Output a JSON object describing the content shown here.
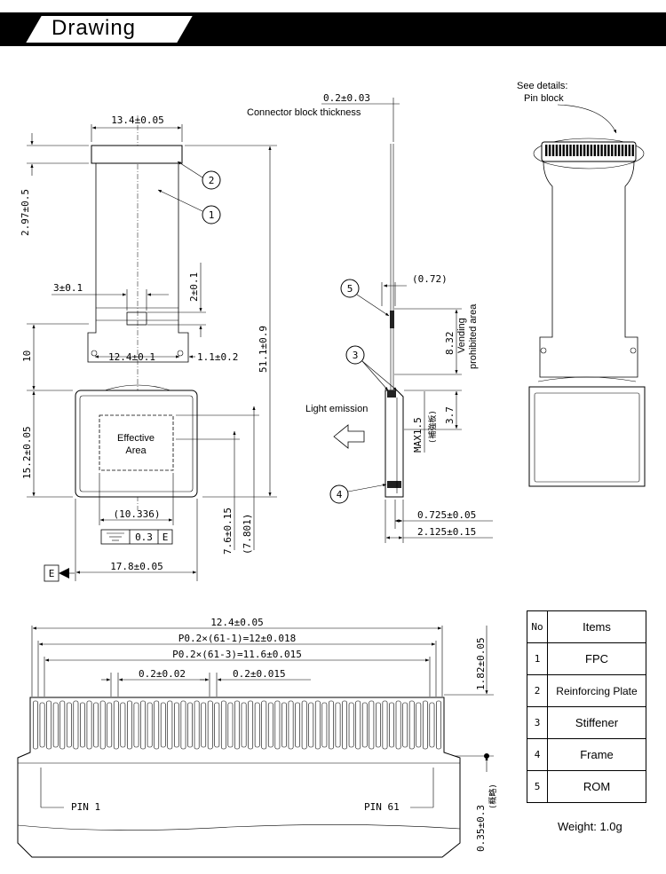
{
  "header": {
    "title": "Drawing"
  },
  "front_view": {
    "dim_top_width": "13.4±0.05",
    "dim_conn_height": "2.97±0.5",
    "dim_total_height": "51.1±0.9",
    "dim_slot_width": "3±0.1",
    "dim_slot_height": "2±0.1",
    "dim_10": "10",
    "dim_hole_span": "12.4±0.1",
    "dim_hole_offset": "1.1±0.2",
    "dim_panel_height": "15.2±0.05",
    "effective_line1": "Effective",
    "effective_line2": "Area",
    "dim_area_width": "(10.336)",
    "dim_area_pos": "7.6±0.15",
    "dim_area_pos_ref": "(7.801)",
    "flatness_value": "0.3",
    "flatness_datum": "E",
    "dim_panel_width": "17.8±0.05",
    "datum_label": "E",
    "callout_1": "1",
    "callout_2": "2"
  },
  "side_view": {
    "dim_conn_thickness": "0.2±0.03",
    "conn_thickness_label": "Connector block thickness",
    "dim_072": "(0.72)",
    "dim_832": "8.32",
    "vending_line1": "Vending",
    "vending_line2": "prohibited area",
    "dim_37": "3.7",
    "dim_max": "MAX1.5",
    "dim_max_note": "(補強板)",
    "light_label": "Light emission",
    "dim_0725": "0.725±0.05",
    "dim_2125": "2.125±0.15",
    "callout_3": "3",
    "callout_4": "4",
    "callout_5": "5"
  },
  "iso_view": {
    "label_line1": "See details:",
    "label_line2": "Pin block"
  },
  "pin_block": {
    "dim_total": "12.4±0.05",
    "dim_pitch_total": "P0.2×(61-1)=12±0.018",
    "dim_pitch_inner": "P0.2×(61-3)=11.6±0.015",
    "dim_pitch_a": "0.2±0.02",
    "dim_pitch_b": "0.2±0.015",
    "dim_pin_height": "1.82±0.05",
    "dim_bottom": "0.35±0.3",
    "dim_bottom_note": "(概略)",
    "pin_first": "PIN 1",
    "pin_last": "PIN 61"
  },
  "items_table": {
    "header": {
      "no": "No",
      "label": "Items"
    },
    "rows": [
      {
        "no": "1",
        "label": "FPC"
      },
      {
        "no": "2",
        "label": "Reinforcing Plate"
      },
      {
        "no": "3",
        "label": "Stiffener"
      },
      {
        "no": "4",
        "label": "Frame"
      },
      {
        "no": "5",
        "label": "ROM"
      }
    ]
  },
  "weight": "Weight: 1.0g"
}
